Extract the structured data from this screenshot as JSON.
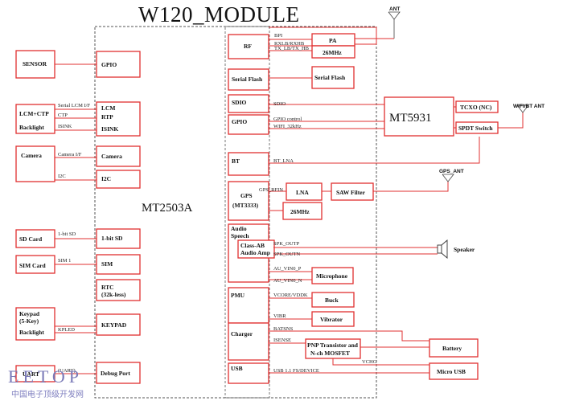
{
  "title": "W120_MODULE",
  "main_chip": "MT2503A",
  "wifi_chip": "MT5931",
  "left_external": {
    "sensor": "SENSOR",
    "lcm_ctp": "LCM+CTP",
    "backlight": "Backlight",
    "camera": "Camera",
    "sd_card": "SD Card",
    "sim_card": "SIM Card",
    "keypad_line1": "Keypad",
    "keypad_line2": "(5-Key)",
    "backlight2": "Backlight",
    "uart": "UART"
  },
  "left_signals": {
    "serial_lcm": "Serial LCM I/F",
    "ctp": "CTP",
    "isink": "ISINK",
    "camera_if": "Camera I/F",
    "i2c": "I2C",
    "onebit_sd": "1-bit SD",
    "sim1": "SIM 1",
    "kpled": "KPLED",
    "uart_sig": "(UART)"
  },
  "left_internal": {
    "gpio": "GPIO",
    "lcm": "LCM",
    "rtp": "RTP",
    "isink": "ISINK",
    "camera": "Camera",
    "i2c": "I2C",
    "onebit_sd": "1-bit SD",
    "sim": "SIM",
    "rtc_line1": "RTC",
    "rtc_line2": "(32k-less)",
    "keypad": "KEYPAD",
    "debug_port": "Debug Port"
  },
  "right_internal": {
    "rf": "RF",
    "serial_flash": "Serial Flash",
    "sdio": "SDIO",
    "gpio": "GPIO",
    "bt": "BT",
    "gps_line1": "GPS",
    "gps_line2": "(MT3333)",
    "audio_line1": "Audio",
    "audio_line2": "Speech",
    "class_ab_line1": "Class-AB",
    "class_ab_line2": "Audio Amp",
    "pmu": "PMU",
    "charger": "Charger",
    "usb": "USB"
  },
  "right_signals": {
    "bpi": "BPI",
    "rxlb": "RXLB/RXHB",
    "txlb": "TX_LB/TX_HB",
    "sdio_sig": "SDIO",
    "gpio_control": "GPIO control",
    "wifi_32k": "WIFI_32kHz",
    "bt_lna": "BT_LNA",
    "gps_rfin": "GPS_RFIN",
    "spk_outp": "SPK_OUTP",
    "spk_outn": "SPK_OUTN",
    "au_vin0_p": "AU_VIN0_P",
    "au_vin0_n": "AU_VIN0_N",
    "vcore": "VCORE/VDDK",
    "vibr": "VIBR",
    "batsns": "BATSNS",
    "isense": "ISENSE",
    "vchg": "VCHG",
    "usb_dev": "USB 1.1 FS/DEVICE"
  },
  "right_external": {
    "pa": "PA",
    "mhz26_a": "26MHz",
    "serial_flash": "Serial Flash",
    "tcxo": "TCXO (NC)",
    "spdt": "SPDT Switch",
    "lna": "LNA",
    "saw": "SAW Filter",
    "mhz26_b": "26MHz",
    "speaker": "Speaker",
    "microphone": "Microphone",
    "buck": "Buck",
    "vibrator": "Vibrator",
    "pnp_line1": "PNP Transistor and",
    "pnp_line2": "N-ch MOSFET",
    "battery": "Battery",
    "micro_usb": "Micro USB"
  },
  "antennas": {
    "ant": "ANT",
    "wifi_bt_ant": "WIFI/BT ANT",
    "gps_ant": "GPS_ANT"
  },
  "watermark": {
    "logo": "EETOP",
    "subtitle": "中国电子顶级开发网"
  }
}
